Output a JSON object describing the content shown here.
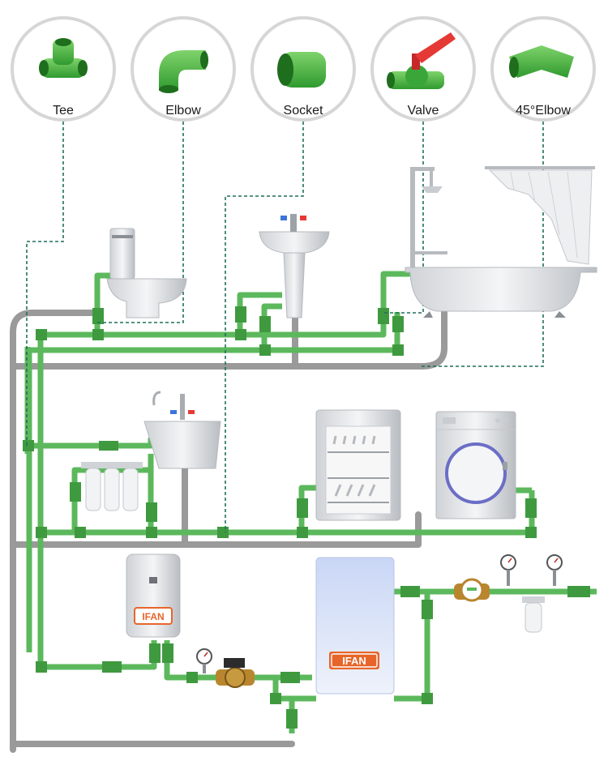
{
  "fittings": [
    {
      "label": "Tee",
      "icon": "tee-fitting-icon"
    },
    {
      "label": "Elbow",
      "icon": "elbow-fitting-icon"
    },
    {
      "label": "Socket",
      "icon": "socket-fitting-icon"
    },
    {
      "label": "Valve",
      "icon": "valve-fitting-icon"
    },
    {
      "label": "45°Elbow",
      "icon": "elbow-45-fitting-icon"
    }
  ],
  "brand": {
    "heater_logo": "IFAN",
    "boiler_logo": "IFAN"
  },
  "colors": {
    "pipe_green": "#5cb85c",
    "pipe_green_dark": "#3f9a3f",
    "drain_gray": "#9a9a9a",
    "leader_line": "#1f6f5a",
    "brand_orange": "#e8652a",
    "valve_red": "#e53935"
  },
  "icons": [
    "toilet-icon",
    "basin-icon",
    "bathtub-icon",
    "shower-curtain-icon",
    "kitchen-sink-icon",
    "water-filter-icon",
    "dishwasher-icon",
    "washing-machine-icon",
    "water-heater-icon",
    "boiler-icon",
    "pump-icon",
    "pressure-gauge-icon",
    "water-meter-icon"
  ]
}
